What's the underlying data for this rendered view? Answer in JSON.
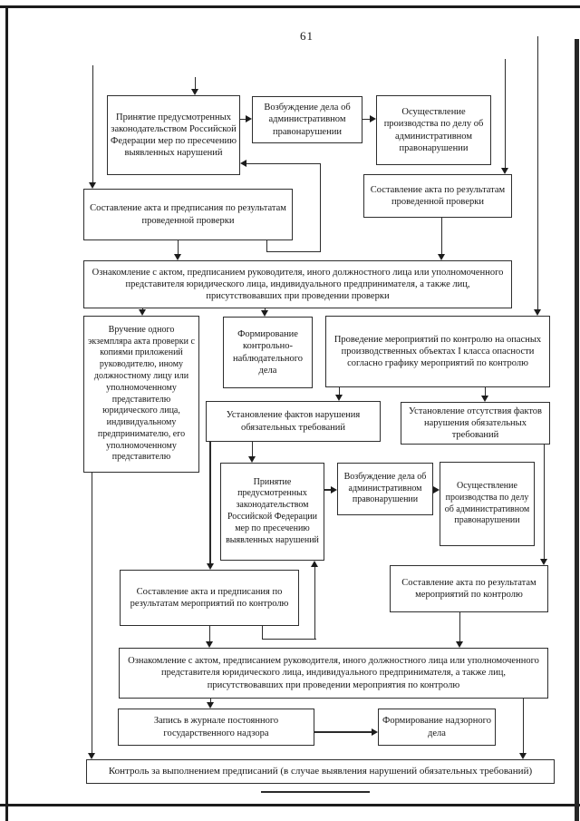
{
  "page": {
    "number": "61"
  },
  "colors": {
    "ink": "#1c1c1c",
    "paper": "#ffffff"
  },
  "diagram": {
    "nodes": {
      "a1": {
        "text": "Принятие предусмотренных законодательством Российской Федерации мер по пресечению выявленных нарушений"
      },
      "a2": {
        "text": "Возбуждение дела об административном правонарушении"
      },
      "a3": {
        "text": "Осуществление производства по делу об административном правонарушении"
      },
      "b1": {
        "text": "Составление акта и предписания по результатам проведенной проверки"
      },
      "b2": {
        "text": "Составление акта по результатам проведенной проверки"
      },
      "c1": {
        "text": "Ознакомление с актом, предписанием руководителя, иного должностного лица или уполномоченного представителя юридического лица, индивидуального предпринимателя, а также лиц, присутствовавших при проведении проверки"
      },
      "d1": {
        "text": "Вручение одного экземпляра акта проверки с копиями приложений руководителю, иному должностному лицу или уполномоченному представителю юридического лица, индивидуальному предпринимателю, его уполномоченному представителю"
      },
      "d2": {
        "text": "Формирование контрольно-наблюдательного дела"
      },
      "d3": {
        "text": "Проведение мероприятий по контролю на опасных производственных объектах I класса опасности согласно графику мероприятий по контролю"
      },
      "e1": {
        "text": "Установление фактов нарушения обязательных требований"
      },
      "e2": {
        "text": "Установление отсутствия фактов нарушения обязательных требований"
      },
      "f1": {
        "text": "Принятие предусмотренных законодательством Российской Федерации мер по пресечению выявленных нарушений"
      },
      "f2": {
        "text": "Возбуждение дела об административном правонарушении"
      },
      "f3": {
        "text": "Осуществление производства по делу об административном правонарушении"
      },
      "g1": {
        "text": "Составление акта и предписания по результатам мероприятий по контролю"
      },
      "g2": {
        "text": "Составление акта по результатам мероприятий по контролю"
      },
      "h1": {
        "text": "Ознакомление с актом, предписанием руководителя, иного должностного лица или уполномоченного представителя юридического лица, индивидуального предпринимателя, а также лиц, присутствовавших при проведении мероприятия по контролю"
      },
      "i1": {
        "text": "Запись в журнале постоянного государственного надзора"
      },
      "i2": {
        "text": "Формирование надзорного дела"
      },
      "j1": {
        "text": "Контроль за выполнением предписаний (в случае выявления нарушений обязательных требований)"
      }
    },
    "edges": [
      {
        "from": "off-page-top-1",
        "to": "b1"
      },
      {
        "from": "off-page-top-2",
        "to": "a1"
      },
      {
        "from": "off-page-top-3",
        "to": "b2"
      },
      {
        "from": "off-page-top-4",
        "to": "d3"
      },
      {
        "from": "a1",
        "to": "a2"
      },
      {
        "from": "a2",
        "to": "a3"
      },
      {
        "from": "b1",
        "to": "a1"
      },
      {
        "from": "b1",
        "to": "c1"
      },
      {
        "from": "b2",
        "to": "c1"
      },
      {
        "from": "c1",
        "to": "d1"
      },
      {
        "from": "c1",
        "to": "d2"
      },
      {
        "from": "d3",
        "to": "e1"
      },
      {
        "from": "d3",
        "to": "e2"
      },
      {
        "from": "e1",
        "to": "f1"
      },
      {
        "from": "e1",
        "to": "g1"
      },
      {
        "from": "f1",
        "to": "f2"
      },
      {
        "from": "f2",
        "to": "f3"
      },
      {
        "from": "e2",
        "to": "g2"
      },
      {
        "from": "g1",
        "to": "f1"
      },
      {
        "from": "g1",
        "to": "h1"
      },
      {
        "from": "g2",
        "to": "h1"
      },
      {
        "from": "h1",
        "to": "i1"
      },
      {
        "from": "i1",
        "to": "i2"
      },
      {
        "from": "d1",
        "to": "j1"
      },
      {
        "from": "h1",
        "to": "j1"
      }
    ]
  }
}
